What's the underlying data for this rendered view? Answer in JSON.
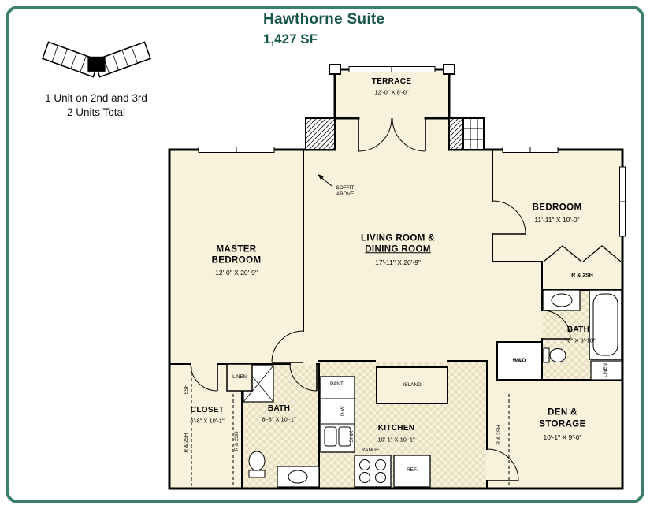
{
  "header": {
    "title": "Hawthorne Suite",
    "area": "1,427 SF"
  },
  "legend": {
    "line1": "1 Unit on 2nd and 3rd",
    "line2": "2 Units Total"
  },
  "rooms": {
    "terrace": {
      "name": "TERRACE",
      "dims": "12'-0\" X 8'-0\""
    },
    "master": {
      "name1": "MASTER",
      "name2": "BEDROOM",
      "dims": "12'-0\" X 20'-9\""
    },
    "living": {
      "name1": "LIVING ROOM &",
      "name2": "DINING ROOM",
      "dims": "17'-11\" X 20'-9\""
    },
    "bedroom": {
      "name": "BEDROOM",
      "dims": "11'-11\" X 10'-0\""
    },
    "bath_main": {
      "name": "BATH",
      "dims": "7'-0\" X 8'-10\""
    },
    "den": {
      "name1": "DEN &",
      "name2": "STORAGE",
      "dims": "10'-1\" X 9'-0\""
    },
    "kitchen": {
      "name": "KITCHEN",
      "dims": "10'-1\" X 10'-1\""
    },
    "bath_hall": {
      "name": "BATH",
      "dims": "6'-8\" X 10'-1\""
    },
    "closet": {
      "name": "CLOSET",
      "dims": "6'-8\" X 10'-1\""
    }
  },
  "annotations": {
    "soffit_line1": "SOFFIT",
    "soffit_line2": "ABOVE",
    "island": "ISLAND",
    "pantry": "PANT.",
    "dishwasher": "D.W.",
    "sink": "SINK",
    "range": "RANGE",
    "refrigerator": "REF.",
    "washer_dryer": "W&D",
    "linen_hall": "LINEN",
    "linen_main": "LINEN",
    "rod_shelf_bedroom": "R & 2SH",
    "shelf5": "5SH",
    "rod_shelf_closet_left": "R & 2SH",
    "rod_shelf_closet_right": "R & 2SH",
    "rod_shelf_den": "R & 2SH"
  },
  "colors": {
    "frame_border": "#3a7f68",
    "title_text": "#17564a",
    "floor_fill": "#f8f2dc",
    "wall_line": "#000000"
  }
}
